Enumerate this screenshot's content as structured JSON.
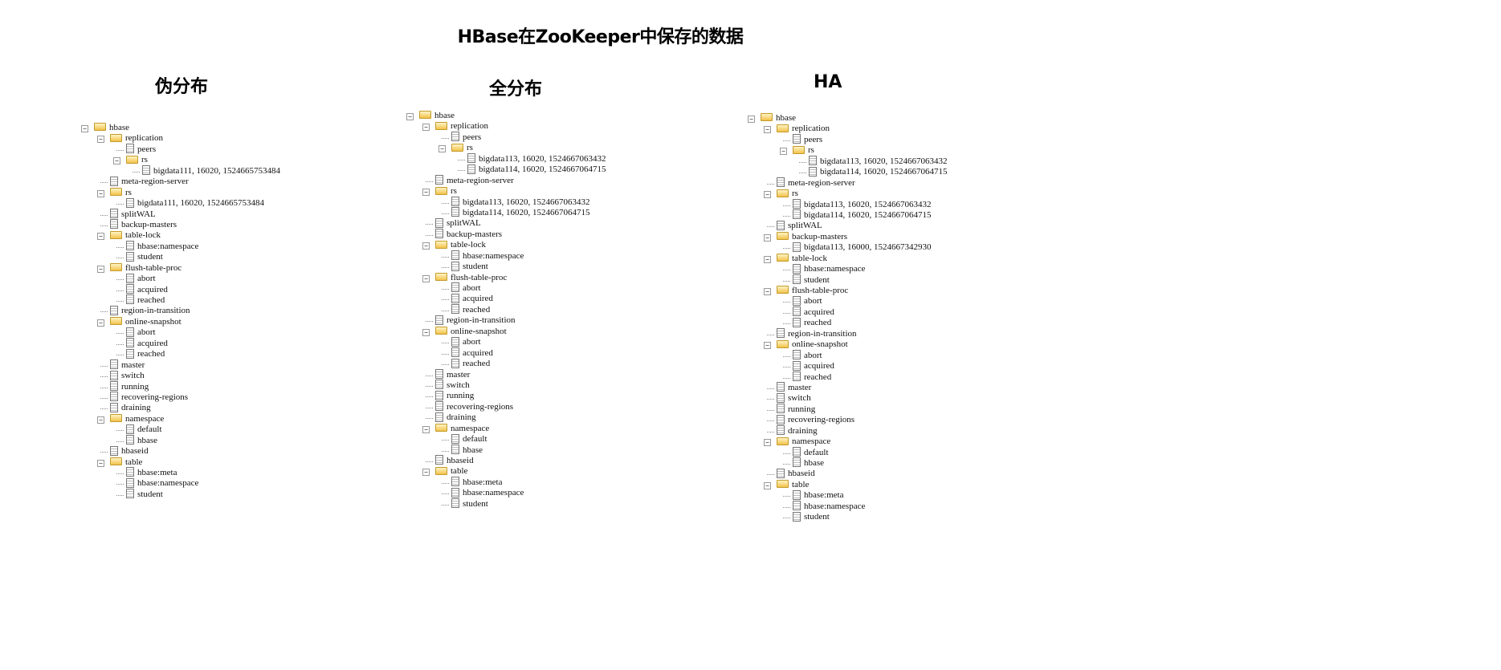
{
  "title": "HBase在ZooKeeper中保存的数据",
  "columns": [
    {
      "heading": "伪分布",
      "nodes": [
        {
          "label": "hbase",
          "depth": 0,
          "type": "folder"
        },
        {
          "label": "replication",
          "depth": 1,
          "type": "folder"
        },
        {
          "label": "peers",
          "depth": 2,
          "type": "file"
        },
        {
          "label": "rs",
          "depth": 2,
          "type": "folder"
        },
        {
          "label": "bigdata111, 16020, 1524665753484",
          "depth": 3,
          "type": "file"
        },
        {
          "label": "meta-region-server",
          "depth": 1,
          "type": "file"
        },
        {
          "label": "rs",
          "depth": 1,
          "type": "folder"
        },
        {
          "label": "bigdata111, 16020, 1524665753484",
          "depth": 2,
          "type": "file"
        },
        {
          "label": "splitWAL",
          "depth": 1,
          "type": "file"
        },
        {
          "label": "backup-masters",
          "depth": 1,
          "type": "file"
        },
        {
          "label": "table-lock",
          "depth": 1,
          "type": "folder"
        },
        {
          "label": "hbase:namespace",
          "depth": 2,
          "type": "file"
        },
        {
          "label": "student",
          "depth": 2,
          "type": "file"
        },
        {
          "label": "flush-table-proc",
          "depth": 1,
          "type": "folder"
        },
        {
          "label": "abort",
          "depth": 2,
          "type": "file"
        },
        {
          "label": "acquired",
          "depth": 2,
          "type": "file"
        },
        {
          "label": "reached",
          "depth": 2,
          "type": "file"
        },
        {
          "label": "region-in-transition",
          "depth": 1,
          "type": "file"
        },
        {
          "label": "online-snapshot",
          "depth": 1,
          "type": "folder"
        },
        {
          "label": "abort",
          "depth": 2,
          "type": "file"
        },
        {
          "label": "acquired",
          "depth": 2,
          "type": "file"
        },
        {
          "label": "reached",
          "depth": 2,
          "type": "file"
        },
        {
          "label": "master",
          "depth": 1,
          "type": "file"
        },
        {
          "label": "switch",
          "depth": 1,
          "type": "file"
        },
        {
          "label": "running",
          "depth": 1,
          "type": "file"
        },
        {
          "label": "recovering-regions",
          "depth": 1,
          "type": "file"
        },
        {
          "label": "draining",
          "depth": 1,
          "type": "file"
        },
        {
          "label": "namespace",
          "depth": 1,
          "type": "folder"
        },
        {
          "label": "default",
          "depth": 2,
          "type": "file"
        },
        {
          "label": "hbase",
          "depth": 2,
          "type": "file"
        },
        {
          "label": "hbaseid",
          "depth": 1,
          "type": "file"
        },
        {
          "label": "table",
          "depth": 1,
          "type": "folder"
        },
        {
          "label": "hbase:meta",
          "depth": 2,
          "type": "file"
        },
        {
          "label": "hbase:namespace",
          "depth": 2,
          "type": "file"
        },
        {
          "label": "student",
          "depth": 2,
          "type": "file"
        }
      ]
    },
    {
      "heading": "全分布",
      "nodes": [
        {
          "label": "hbase",
          "depth": 0,
          "type": "folder"
        },
        {
          "label": "replication",
          "depth": 1,
          "type": "folder"
        },
        {
          "label": "peers",
          "depth": 2,
          "type": "file"
        },
        {
          "label": "rs",
          "depth": 2,
          "type": "folder"
        },
        {
          "label": "bigdata113, 16020, 1524667063432",
          "depth": 3,
          "type": "file"
        },
        {
          "label": "bigdata114, 16020, 1524667064715",
          "depth": 3,
          "type": "file"
        },
        {
          "label": "meta-region-server",
          "depth": 1,
          "type": "file"
        },
        {
          "label": "rs",
          "depth": 1,
          "type": "folder"
        },
        {
          "label": "bigdata113, 16020, 1524667063432",
          "depth": 2,
          "type": "file"
        },
        {
          "label": "bigdata114, 16020, 1524667064715",
          "depth": 2,
          "type": "file"
        },
        {
          "label": "splitWAL",
          "depth": 1,
          "type": "file"
        },
        {
          "label": "backup-masters",
          "depth": 1,
          "type": "file"
        },
        {
          "label": "table-lock",
          "depth": 1,
          "type": "folder"
        },
        {
          "label": "hbase:namespace",
          "depth": 2,
          "type": "file"
        },
        {
          "label": "student",
          "depth": 2,
          "type": "file"
        },
        {
          "label": "flush-table-proc",
          "depth": 1,
          "type": "folder"
        },
        {
          "label": "abort",
          "depth": 2,
          "type": "file"
        },
        {
          "label": "acquired",
          "depth": 2,
          "type": "file"
        },
        {
          "label": "reached",
          "depth": 2,
          "type": "file"
        },
        {
          "label": "region-in-transition",
          "depth": 1,
          "type": "file"
        },
        {
          "label": "online-snapshot",
          "depth": 1,
          "type": "folder"
        },
        {
          "label": "abort",
          "depth": 2,
          "type": "file"
        },
        {
          "label": "acquired",
          "depth": 2,
          "type": "file"
        },
        {
          "label": "reached",
          "depth": 2,
          "type": "file"
        },
        {
          "label": "master",
          "depth": 1,
          "type": "file"
        },
        {
          "label": "switch",
          "depth": 1,
          "type": "file"
        },
        {
          "label": "running",
          "depth": 1,
          "type": "file"
        },
        {
          "label": "recovering-regions",
          "depth": 1,
          "type": "file"
        },
        {
          "label": "draining",
          "depth": 1,
          "type": "file"
        },
        {
          "label": "namespace",
          "depth": 1,
          "type": "folder"
        },
        {
          "label": "default",
          "depth": 2,
          "type": "file"
        },
        {
          "label": "hbase",
          "depth": 2,
          "type": "file"
        },
        {
          "label": "hbaseid",
          "depth": 1,
          "type": "file"
        },
        {
          "label": "table",
          "depth": 1,
          "type": "folder"
        },
        {
          "label": "hbase:meta",
          "depth": 2,
          "type": "file"
        },
        {
          "label": "hbase:namespace",
          "depth": 2,
          "type": "file"
        },
        {
          "label": "student",
          "depth": 2,
          "type": "file"
        }
      ]
    },
    {
      "heading": "HA",
      "nodes": [
        {
          "label": "hbase",
          "depth": 0,
          "type": "folder"
        },
        {
          "label": "replication",
          "depth": 1,
          "type": "folder"
        },
        {
          "label": "peers",
          "depth": 2,
          "type": "file"
        },
        {
          "label": "rs",
          "depth": 2,
          "type": "folder"
        },
        {
          "label": "bigdata113, 16020, 1524667063432",
          "depth": 3,
          "type": "file"
        },
        {
          "label": "bigdata114, 16020, 1524667064715",
          "depth": 3,
          "type": "file"
        },
        {
          "label": "meta-region-server",
          "depth": 1,
          "type": "file"
        },
        {
          "label": "rs",
          "depth": 1,
          "type": "folder"
        },
        {
          "label": "bigdata113, 16020, 1524667063432",
          "depth": 2,
          "type": "file"
        },
        {
          "label": "bigdata114, 16020, 1524667064715",
          "depth": 2,
          "type": "file"
        },
        {
          "label": "splitWAL",
          "depth": 1,
          "type": "file"
        },
        {
          "label": "backup-masters",
          "depth": 1,
          "type": "folder"
        },
        {
          "label": "bigdata113, 16000, 1524667342930",
          "depth": 2,
          "type": "file"
        },
        {
          "label": "table-lock",
          "depth": 1,
          "type": "folder"
        },
        {
          "label": "hbase:namespace",
          "depth": 2,
          "type": "file"
        },
        {
          "label": "student",
          "depth": 2,
          "type": "file"
        },
        {
          "label": "flush-table-proc",
          "depth": 1,
          "type": "folder"
        },
        {
          "label": "abort",
          "depth": 2,
          "type": "file"
        },
        {
          "label": "acquired",
          "depth": 2,
          "type": "file"
        },
        {
          "label": "reached",
          "depth": 2,
          "type": "file"
        },
        {
          "label": "region-in-transition",
          "depth": 1,
          "type": "file"
        },
        {
          "label": "online-snapshot",
          "depth": 1,
          "type": "folder"
        },
        {
          "label": "abort",
          "depth": 2,
          "type": "file"
        },
        {
          "label": "acquired",
          "depth": 2,
          "type": "file"
        },
        {
          "label": "reached",
          "depth": 2,
          "type": "file"
        },
        {
          "label": "master",
          "depth": 1,
          "type": "file"
        },
        {
          "label": "switch",
          "depth": 1,
          "type": "file"
        },
        {
          "label": "running",
          "depth": 1,
          "type": "file"
        },
        {
          "label": "recovering-regions",
          "depth": 1,
          "type": "file"
        },
        {
          "label": "draining",
          "depth": 1,
          "type": "file"
        },
        {
          "label": "namespace",
          "depth": 1,
          "type": "folder"
        },
        {
          "label": "default",
          "depth": 2,
          "type": "file"
        },
        {
          "label": "hbase",
          "depth": 2,
          "type": "file"
        },
        {
          "label": "hbaseid",
          "depth": 1,
          "type": "file"
        },
        {
          "label": "table",
          "depth": 1,
          "type": "folder"
        },
        {
          "label": "hbase:meta",
          "depth": 2,
          "type": "file"
        },
        {
          "label": "hbase:namespace",
          "depth": 2,
          "type": "file"
        },
        {
          "label": "student",
          "depth": 2,
          "type": "file"
        }
      ]
    }
  ]
}
